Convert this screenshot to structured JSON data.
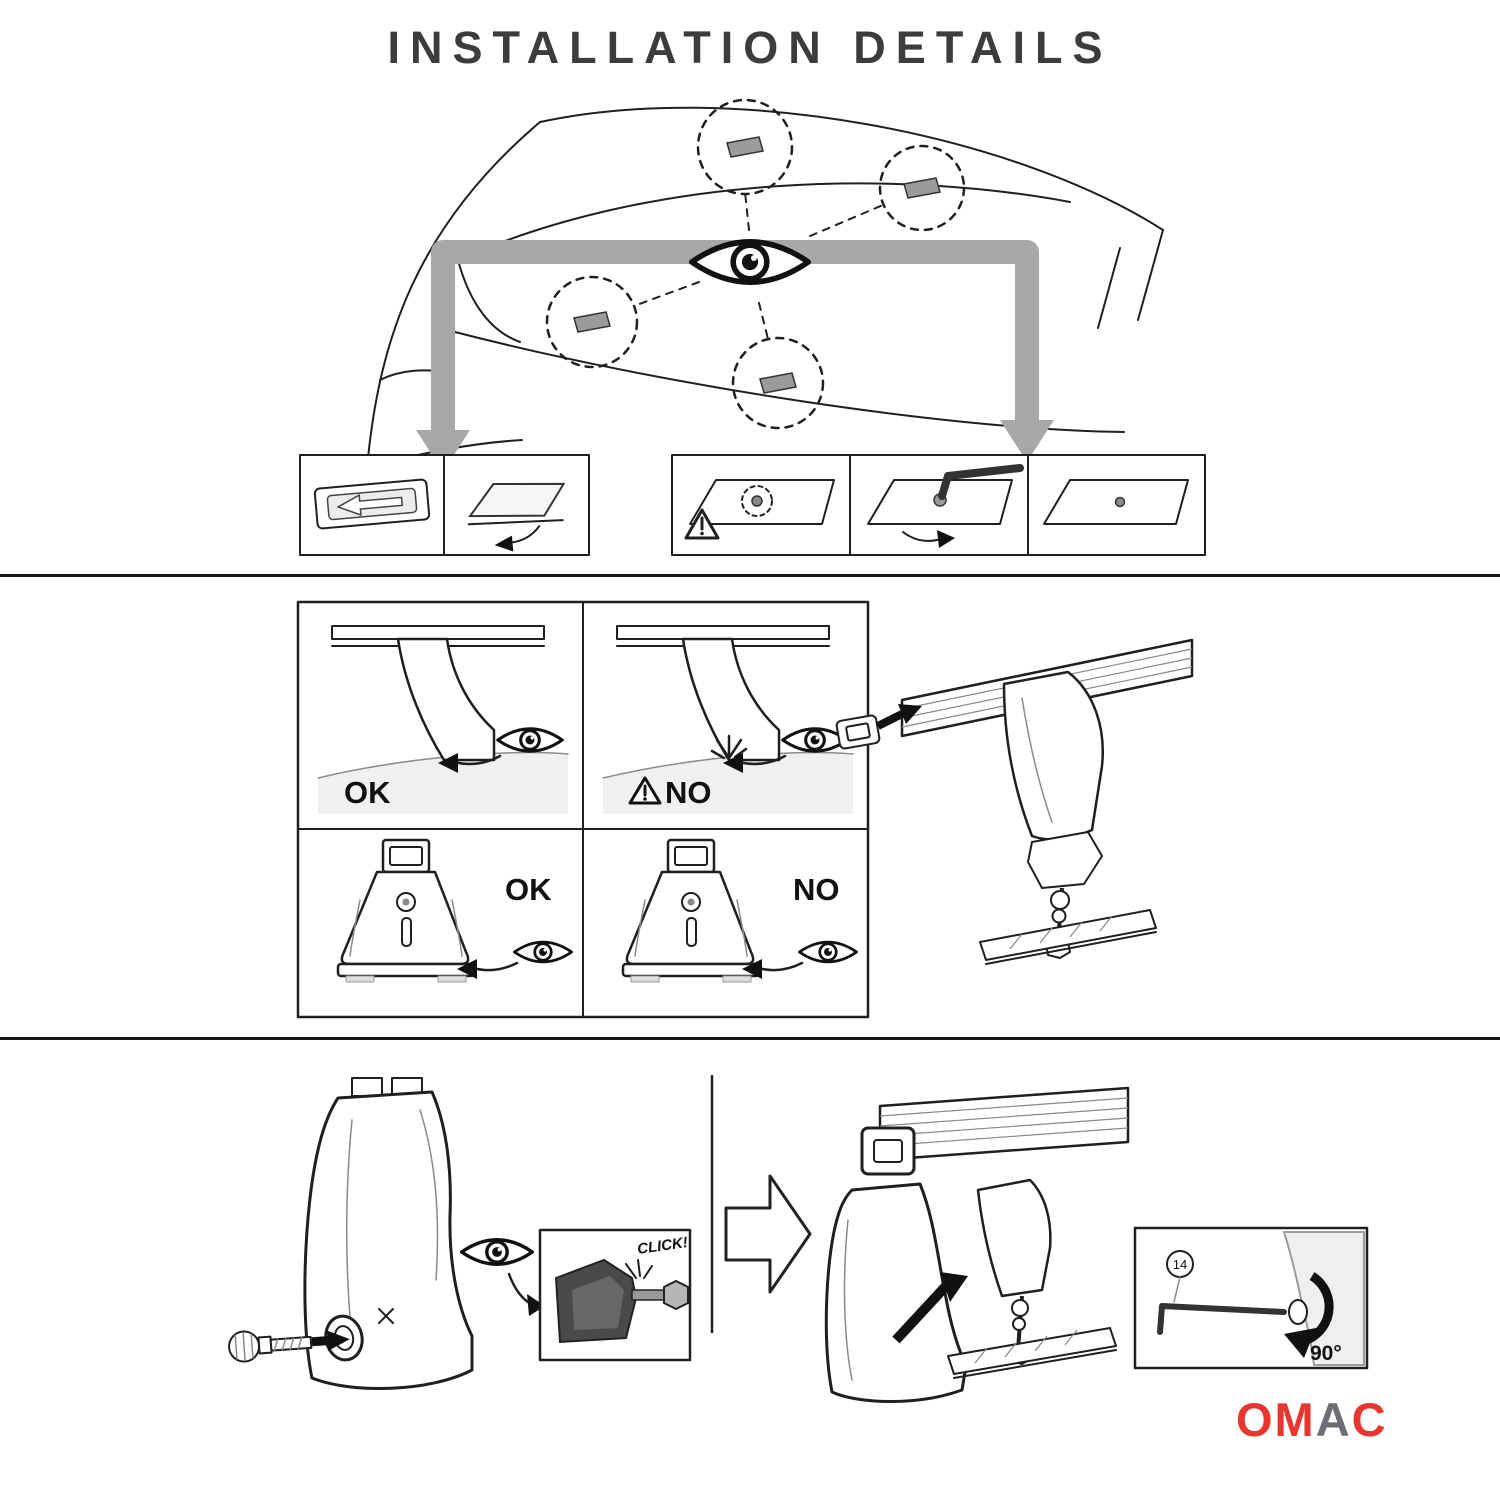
{
  "title": "INSTALLATION DETAILS",
  "middle_grid": {
    "ok_top": "OK",
    "no_top": "NO",
    "ok_bottom": "OK",
    "no_bottom": "NO"
  },
  "bottom": {
    "click_label": "CLICK!",
    "key_size": "14",
    "angle_label": "90°"
  },
  "brand": {
    "part1": "OM",
    "part2": "A",
    "part3": "C",
    "color_red": "#e8352e",
    "color_gray": "#6d6e71"
  },
  "colors": {
    "arrow_gray": "#a8a8a8",
    "line_dark": "#1f1f1f",
    "roof_shade": "#f0f0f0",
    "title_gray": "#3c3c3c"
  },
  "icons": {
    "eye-icon": "svg-almond-eye",
    "warning-icon": "svg-triangle-exclamation",
    "guide-arrow": "svg-gray-double-arrow",
    "spark-icon": "svg-burst-lines",
    "next-step-arrow": "svg-hollow-right-arrow"
  }
}
